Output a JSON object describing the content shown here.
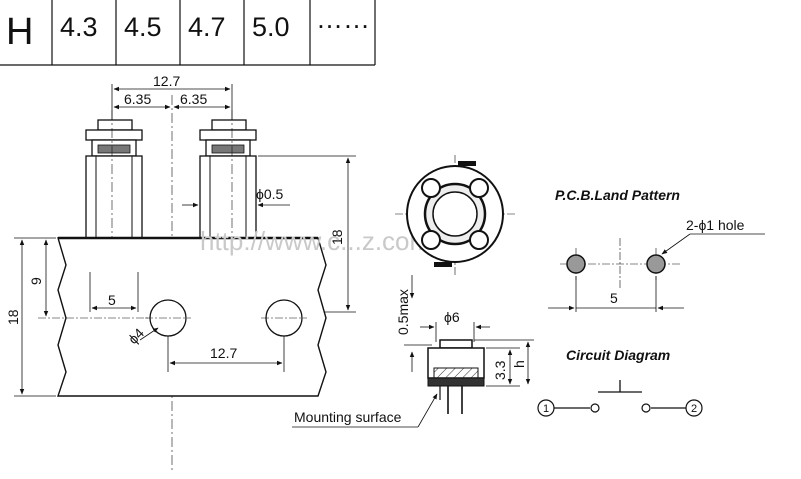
{
  "height_table": {
    "header": "H",
    "values": [
      "4.3",
      "4.5",
      "4.7",
      "5.0"
    ],
    "ellipsis": "……"
  },
  "side_view": {
    "dim_total_width": "12.7",
    "dim_half_left": "6.35",
    "dim_half_right": "6.35",
    "dim_pin": "ϕ0.5",
    "dim_height_right": "18",
    "dim_height_left": "18",
    "dim_half_height": "9",
    "dim_pin_offset": "5",
    "dim_hole_dia": "ϕ4",
    "dim_hole_spacing": "12.7"
  },
  "profile": {
    "dim_max": "0.5max",
    "dim_cap_dia": "ϕ6",
    "dim_body": "3.3",
    "dim_h": "h",
    "mounting_label": "Mounting surface"
  },
  "pcb": {
    "title": "P.C.B.Land Pattern",
    "hole_label": "2-ϕ1 hole",
    "spacing": "5"
  },
  "circuit": {
    "title": "Circuit Diagram",
    "pin1": "1",
    "pin2": "2"
  },
  "watermark": "http://www.c...z.com"
}
